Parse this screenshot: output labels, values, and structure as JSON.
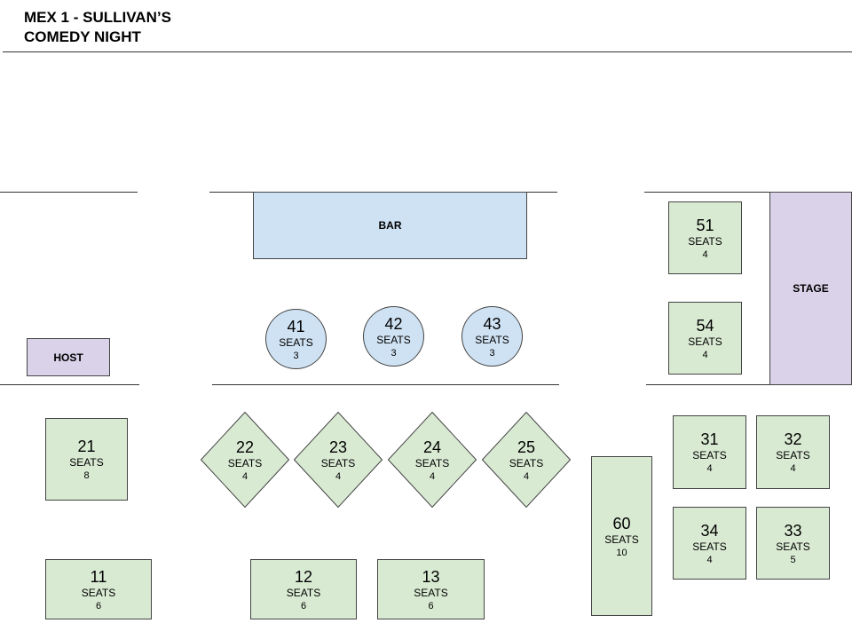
{
  "title_line1": "MEX 1 - SULLIVAN’S",
  "title_line2": "COMEDY NIGHT",
  "zones": {
    "bar": "BAR",
    "host": "HOST",
    "stage": "STAGE"
  },
  "colors": {
    "table_green": "#d9ead3",
    "table_blue": "#cfe2f3",
    "zone_purple": "#d9d2e9"
  },
  "tables": {
    "t41": {
      "number": "41",
      "seats_label": "SEATS",
      "seats": "3"
    },
    "t42": {
      "number": "42",
      "seats_label": "SEATS",
      "seats": "3"
    },
    "t43": {
      "number": "43",
      "seats_label": "SEATS",
      "seats": "3"
    },
    "t51": {
      "number": "51",
      "seats_label": "SEATS",
      "seats": "4"
    },
    "t54": {
      "number": "54",
      "seats_label": "SEATS",
      "seats": "4"
    },
    "t21": {
      "number": "21",
      "seats_label": "SEATS",
      "seats": "8"
    },
    "t22": {
      "number": "22",
      "seats_label": "SEATS",
      "seats": "4"
    },
    "t23": {
      "number": "23",
      "seats_label": "SEATS",
      "seats": "4"
    },
    "t24": {
      "number": "24",
      "seats_label": "SEATS",
      "seats": "4"
    },
    "t25": {
      "number": "25",
      "seats_label": "SEATS",
      "seats": "4"
    },
    "t60": {
      "number": "60",
      "seats_label": "SEATS",
      "seats": "10"
    },
    "t31": {
      "number": "31",
      "seats_label": "SEATS",
      "seats": "4"
    },
    "t32": {
      "number": "32",
      "seats_label": "SEATS",
      "seats": "4"
    },
    "t34": {
      "number": "34",
      "seats_label": "SEATS",
      "seats": "4"
    },
    "t33": {
      "number": "33",
      "seats_label": "SEATS",
      "seats": "5"
    },
    "t11": {
      "number": "11",
      "seats_label": "SEATS",
      "seats": "6"
    },
    "t12": {
      "number": "12",
      "seats_label": "SEATS",
      "seats": "6"
    },
    "t13": {
      "number": "13",
      "seats_label": "SEATS",
      "seats": "6"
    }
  }
}
